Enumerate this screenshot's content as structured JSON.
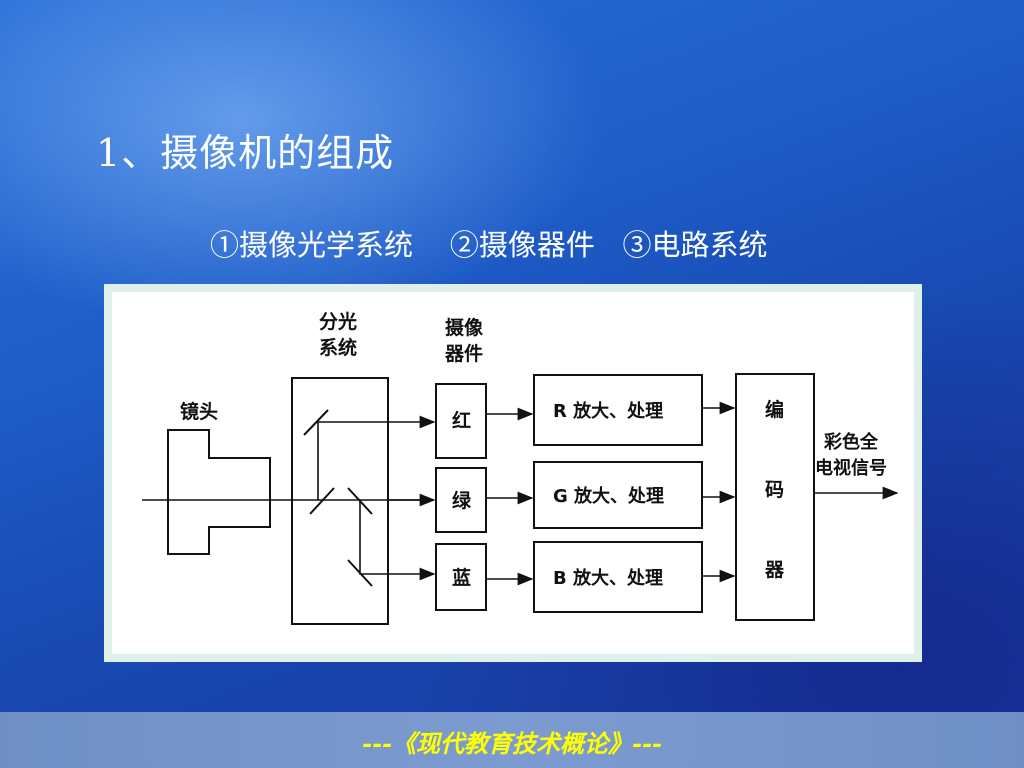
{
  "slide": {
    "title": "1、摄像机的组成",
    "subtitle": "①摄像光学系统    ②摄像器件   ③电路系统"
  },
  "diagram": {
    "labels": {
      "lens": "镜头",
      "splitter_line1": "分光",
      "splitter_line2": "系统",
      "imager_line1": "摄像",
      "imager_line2": "器件",
      "red": "红",
      "green": "绿",
      "blue": "蓝",
      "r_amp": "R 放大、处理",
      "g_amp": "G 放大、处理",
      "b_amp": "B 放大、处理",
      "encoder_1": "编",
      "encoder_2": "码",
      "encoder_3": "器",
      "output_line1": "彩色全",
      "output_line2": "电视信号"
    }
  },
  "footer": {
    "text": "---《现代教育技术概论》---"
  }
}
